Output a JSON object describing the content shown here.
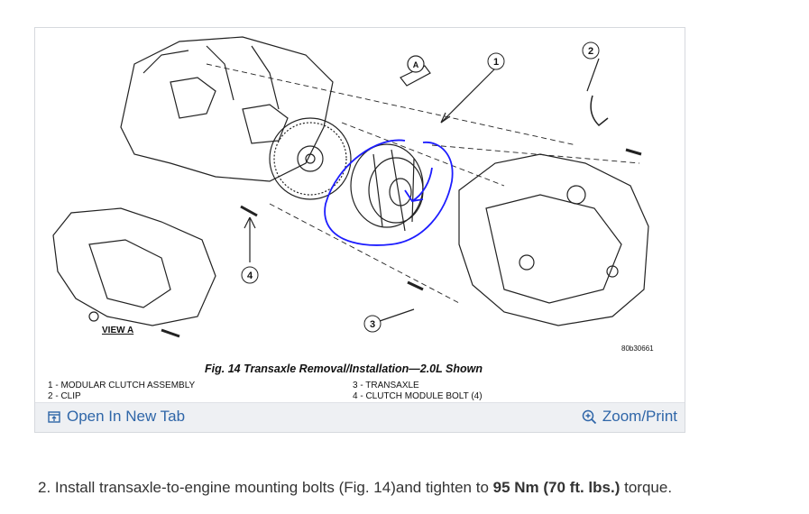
{
  "figure": {
    "caption": "Fig. 14 Transaxle Removal/Installation—2.0L Shown",
    "view_label": "VIEW A",
    "ref_code": "80b30661",
    "callout_a": "A",
    "callouts": [
      "1",
      "2",
      "3",
      "4"
    ],
    "legend_left": [
      "1 - MODULAR CLUTCH ASSEMBLY",
      "2 - CLIP"
    ],
    "legend_right": [
      "3 - TRANSAXLE",
      "4 - CLUTCH MODULE BOLT (4)"
    ]
  },
  "footer": {
    "open_tab_label": "Open In New Tab",
    "zoom_label": "Zoom/Print",
    "open_tab_icon": "open-new-tab-icon",
    "zoom_icon": "zoom-in-icon",
    "link_color": "#2f66a8"
  },
  "instruction": {
    "prefix": "2. Install transaxle-to-engine mounting bolts (Fig. 14)and tighten to ",
    "torque": "95 Nm (70 ft. lbs.)",
    "suffix": " torque."
  }
}
